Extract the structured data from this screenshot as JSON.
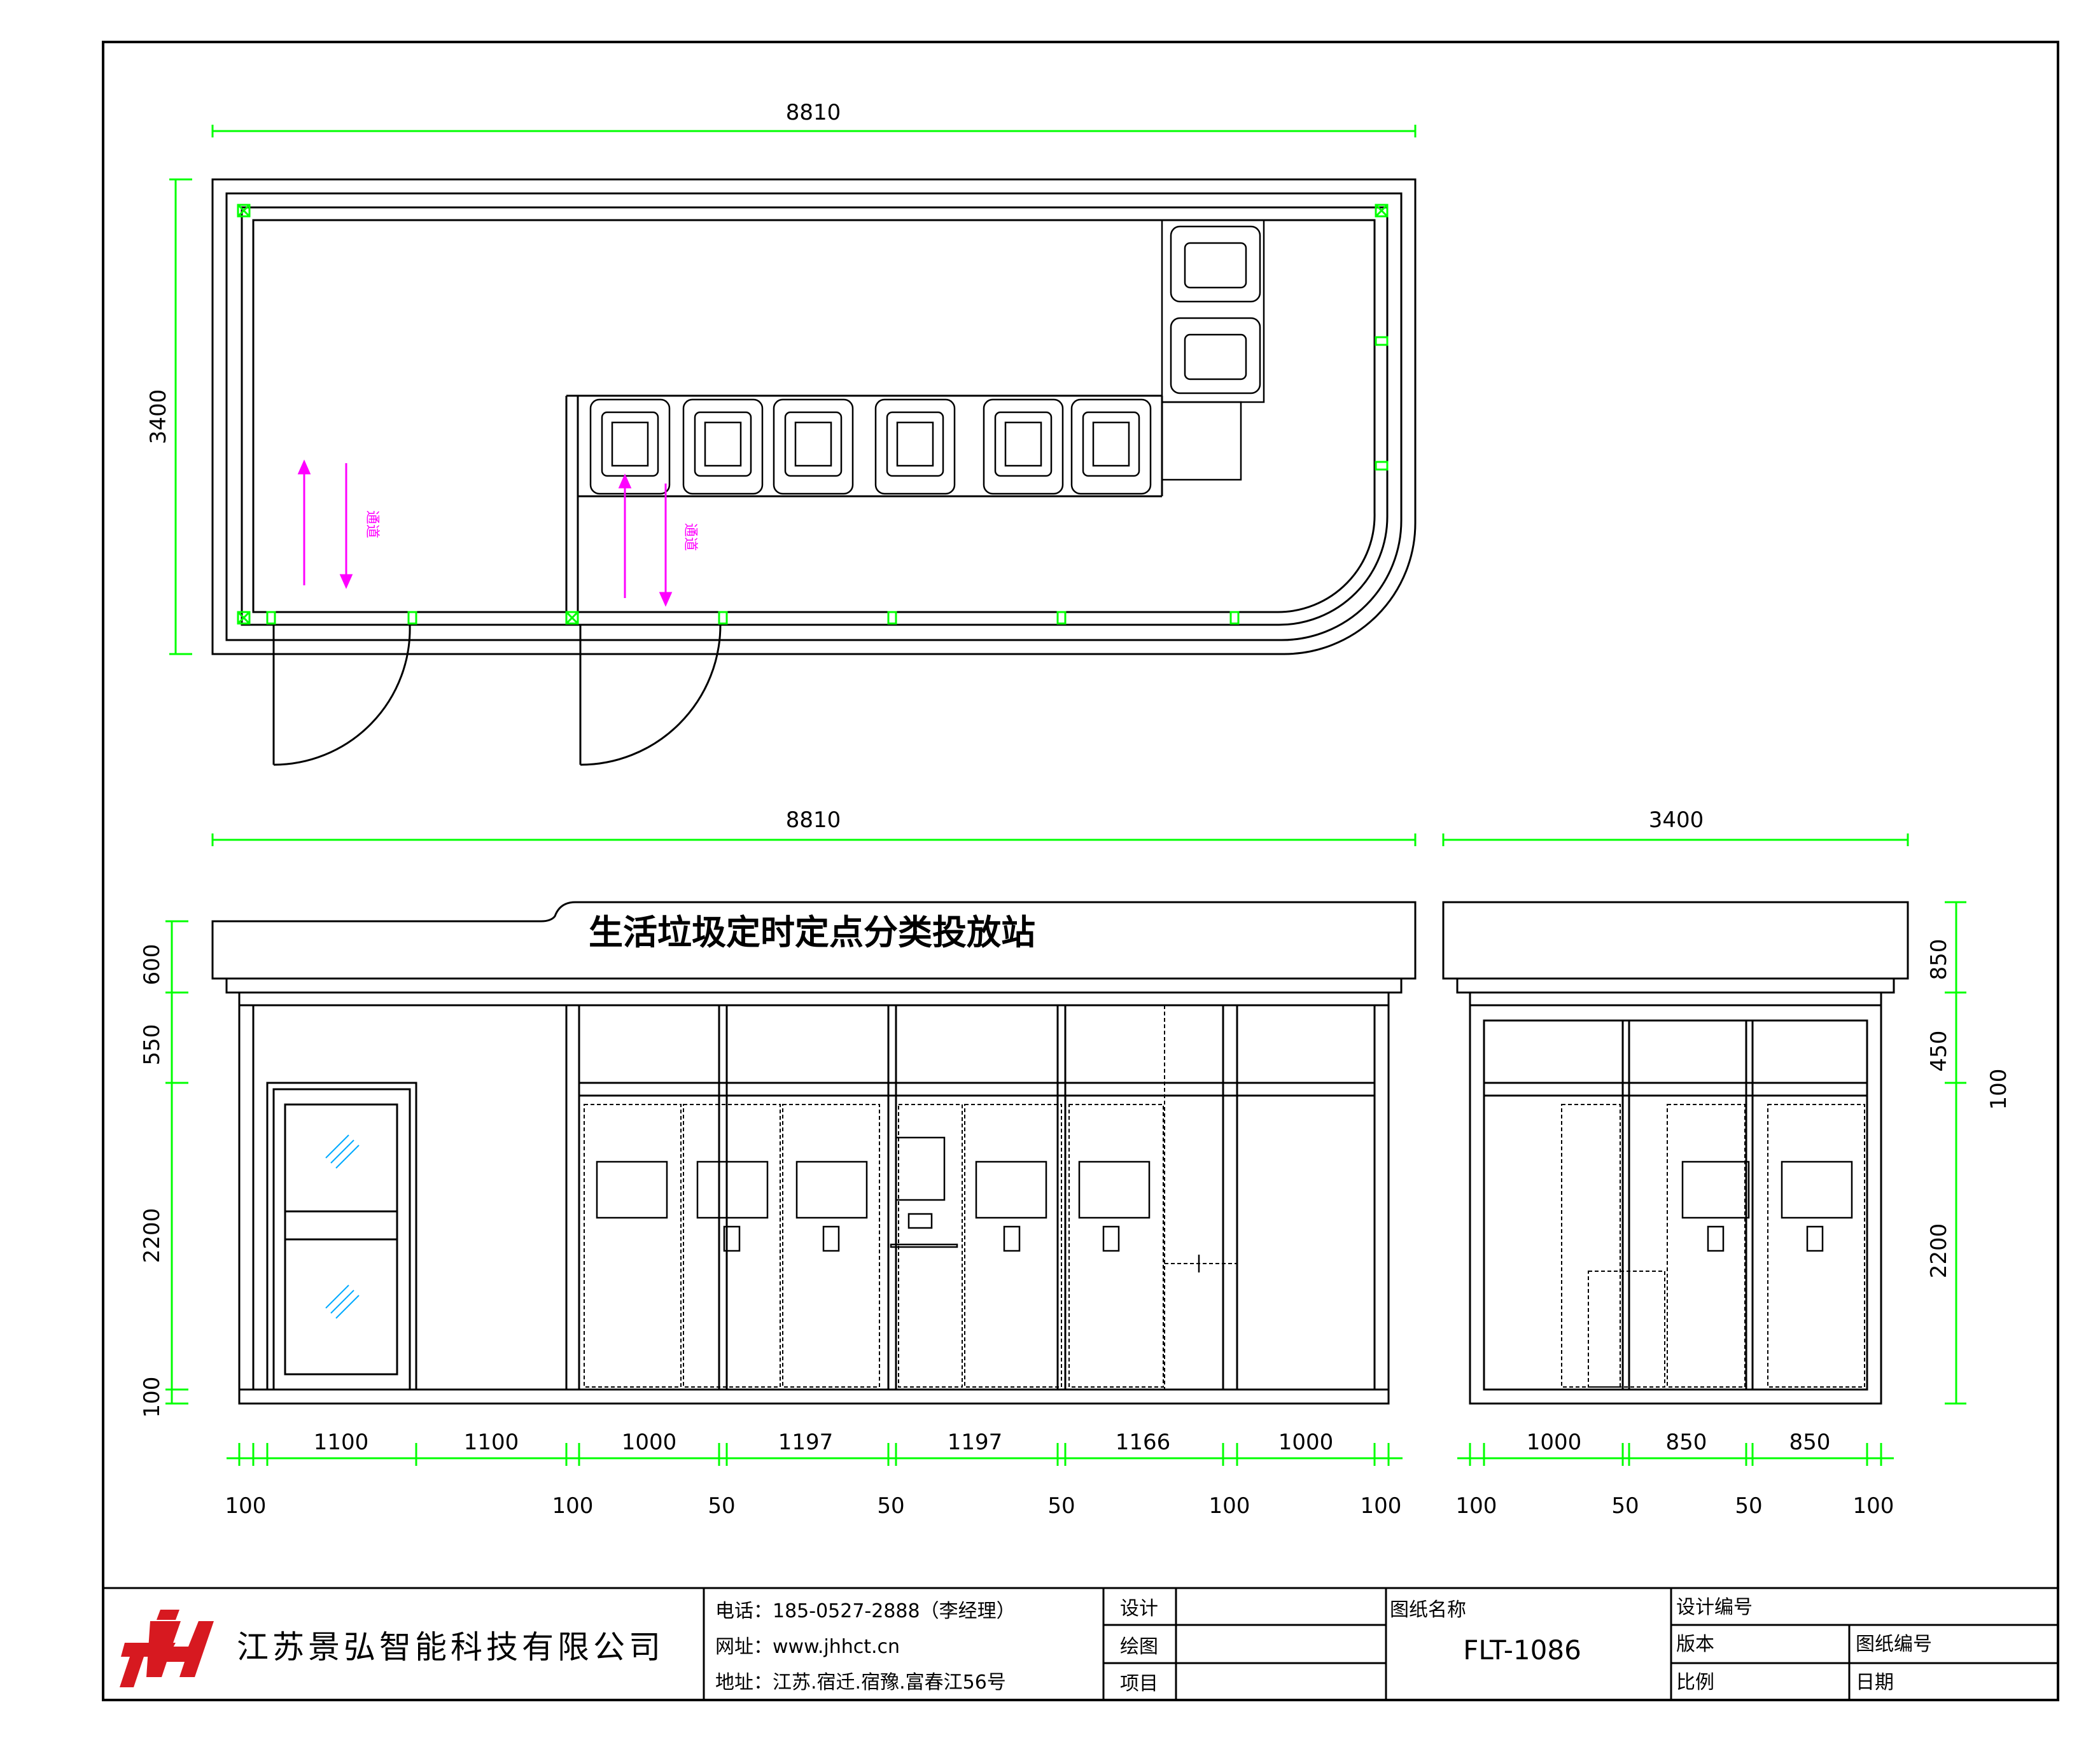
{
  "colors": {
    "line": "#000000",
    "dim": "#00ff00",
    "arrow": "#ff00ff",
    "glass": "#00aaff",
    "logo": "#d71920"
  },
  "plan": {
    "dim_width": "8810",
    "dim_depth": "3400",
    "aisle_label": "通道"
  },
  "front_elevation": {
    "dim_width": "8810",
    "sign_text": "生活垃圾定时定点分类投放站",
    "heights": [
      "600",
      "550",
      "2200",
      "100"
    ],
    "segments": [
      "1100",
      "1100",
      "1000",
      "1197",
      "1197",
      "1166",
      "1000"
    ],
    "posts": [
      "100",
      "100",
      "50",
      "50",
      "50",
      "100",
      "100"
    ]
  },
  "side_elevation": {
    "dim_width": "3400",
    "heights": [
      "850",
      "450",
      "2200"
    ],
    "segments": [
      "1000",
      "850",
      "850"
    ],
    "posts": [
      "100",
      "50",
      "50",
      "100"
    ],
    "dim_extra": "100"
  },
  "title_block": {
    "company": "江苏景弘智能科技有限公司",
    "phone": "电话：185-0527-2888（李经理）",
    "website": "网址：www.jhhct.cn",
    "address": "地址：江苏.宿迁.宿豫.富春江56号",
    "design_label": "设计",
    "drawing_label": "绘图",
    "project_label": "项目",
    "drawing_name_label": "图纸名称",
    "drawing_name_value": "FLT-1086",
    "design_no_label": "设计编号",
    "version_label": "版本",
    "drawing_no_label": "图纸编号",
    "scale_label": "比例",
    "date_label": "日期"
  }
}
